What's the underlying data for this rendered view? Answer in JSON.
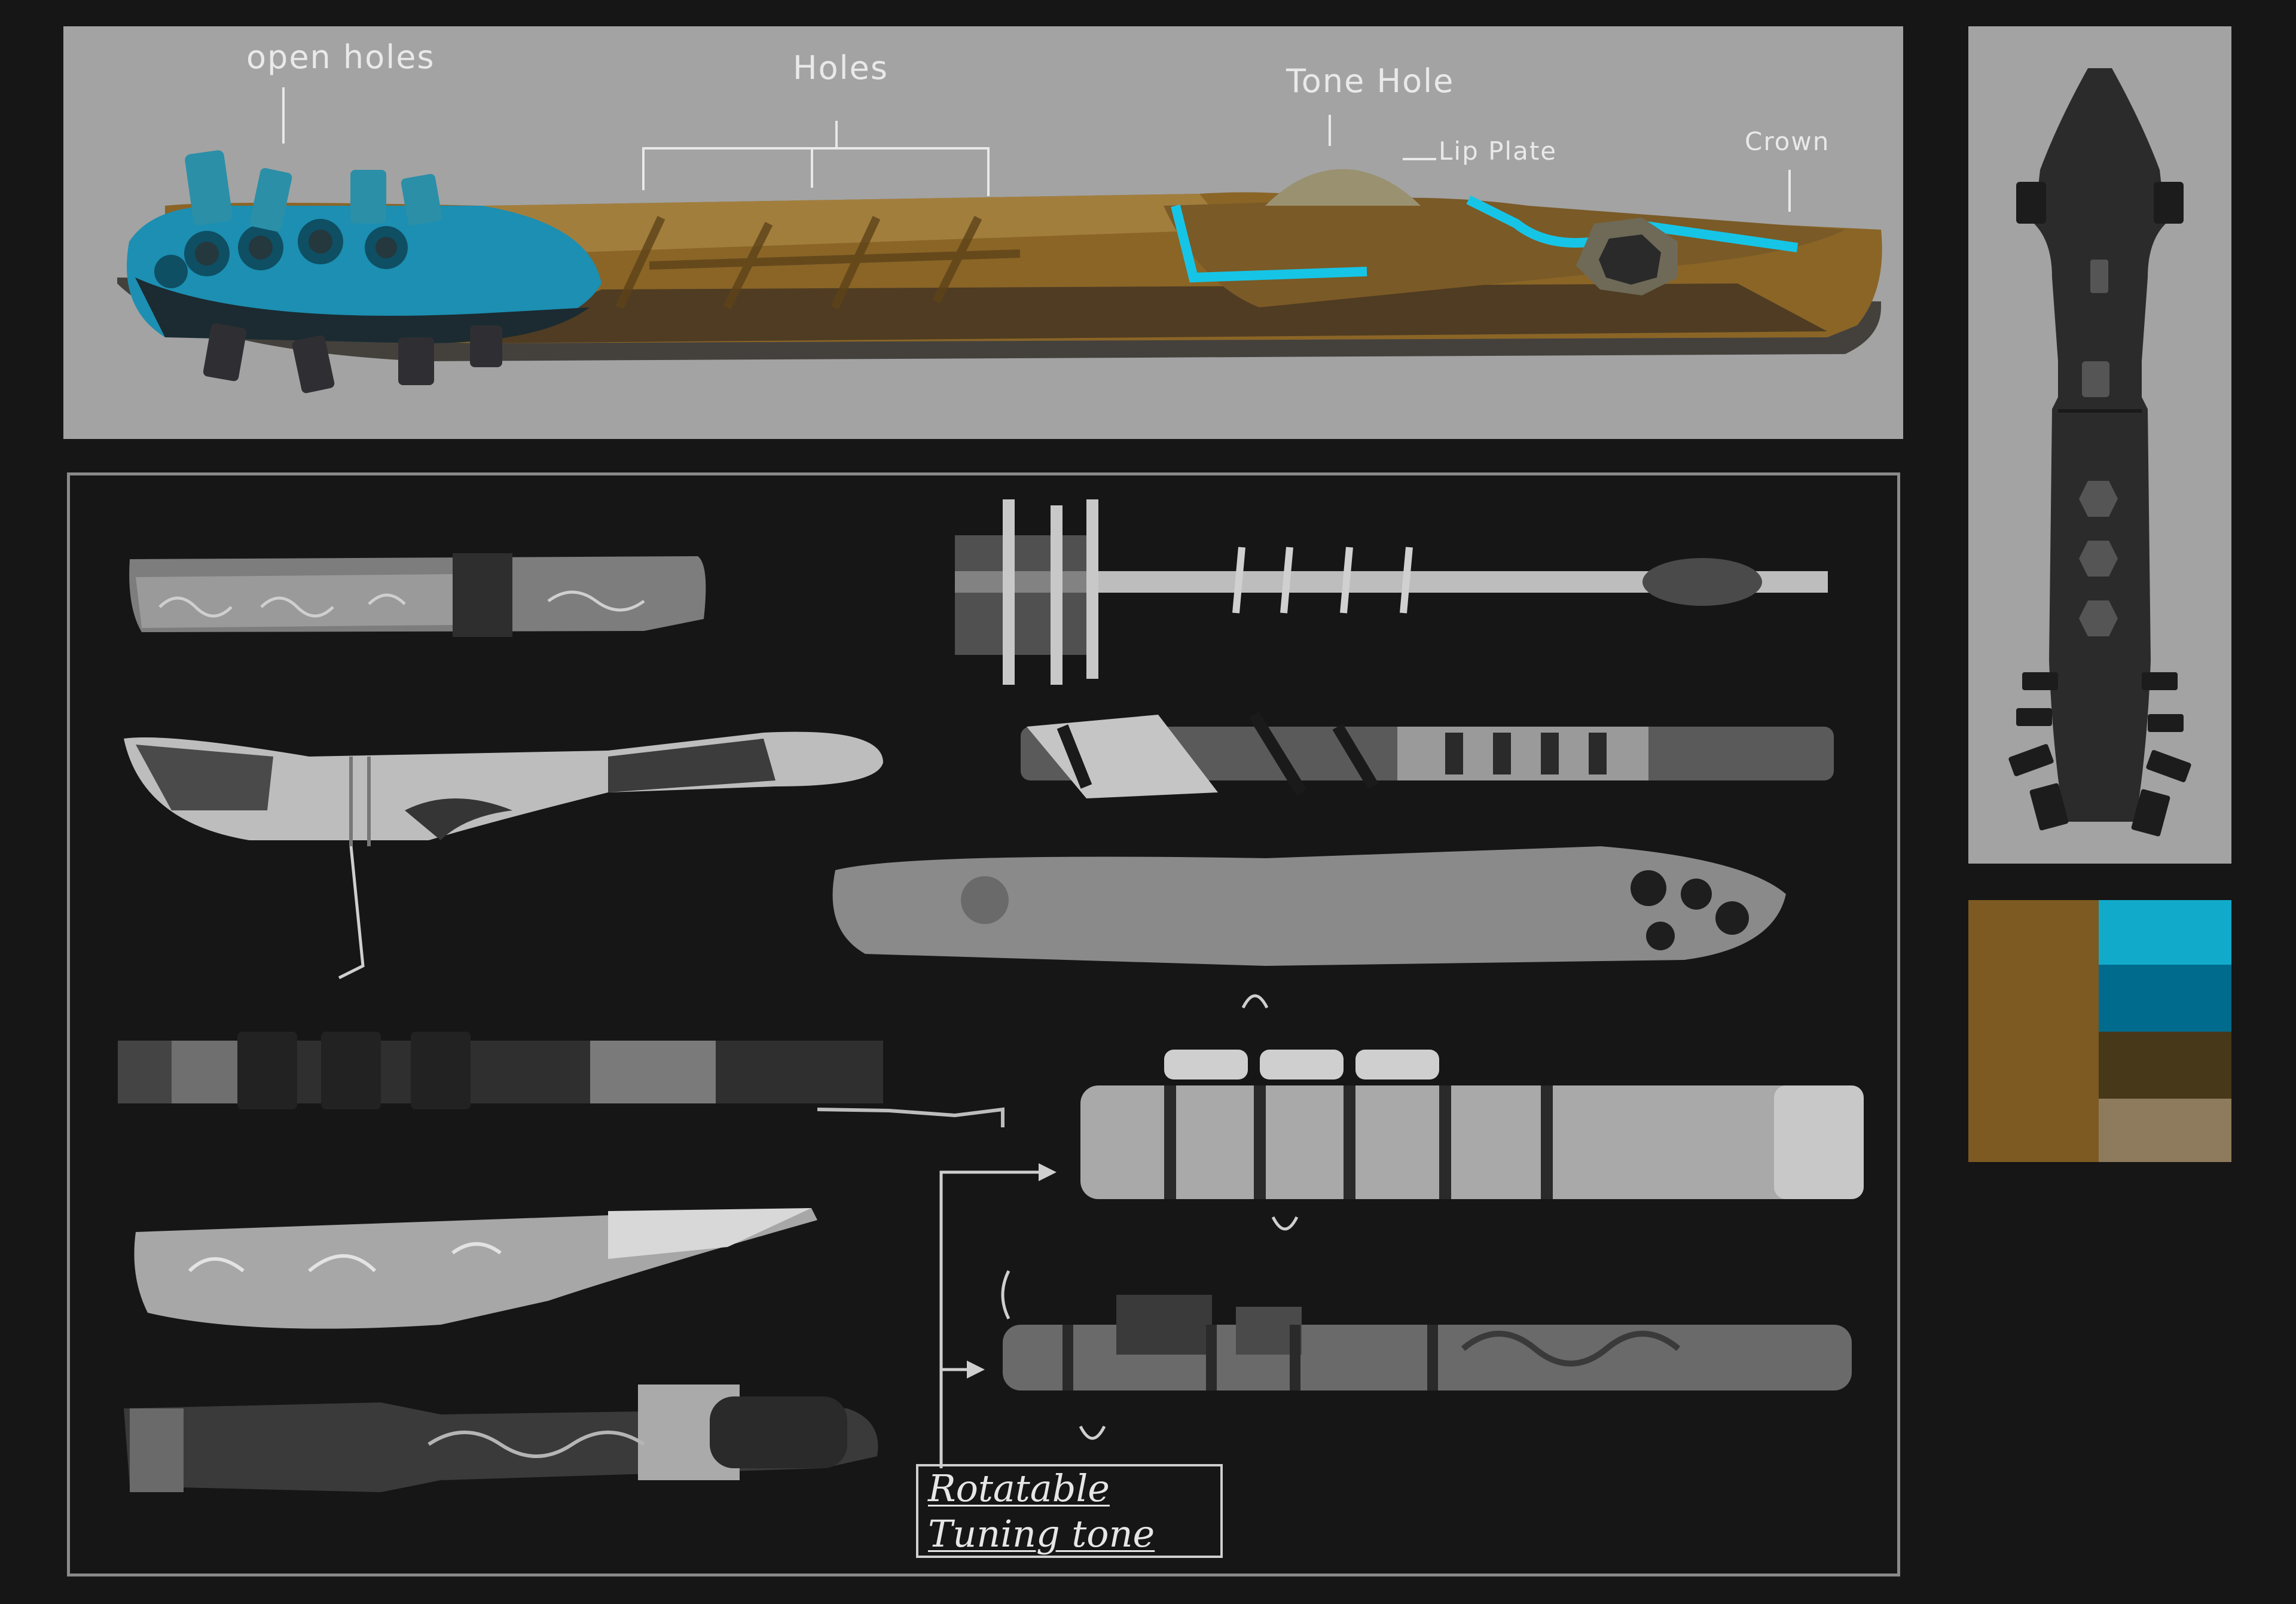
{
  "hero": {
    "labels": {
      "open_holes": "open holes",
      "holes": "Holes",
      "tone_hole": "Tone Hole",
      "lip_plate": "Lip Plate",
      "crown": "Crown"
    }
  },
  "sheet": {
    "note_line1": "Rotatable",
    "note_line2": "Tuning tone"
  },
  "palette": {
    "colors": {
      "wood": "#7c5a22",
      "cyan": "#12aacb",
      "teal": "#006b8c",
      "dark_brown": "#473819",
      "tan": "#8e7a5c"
    }
  }
}
